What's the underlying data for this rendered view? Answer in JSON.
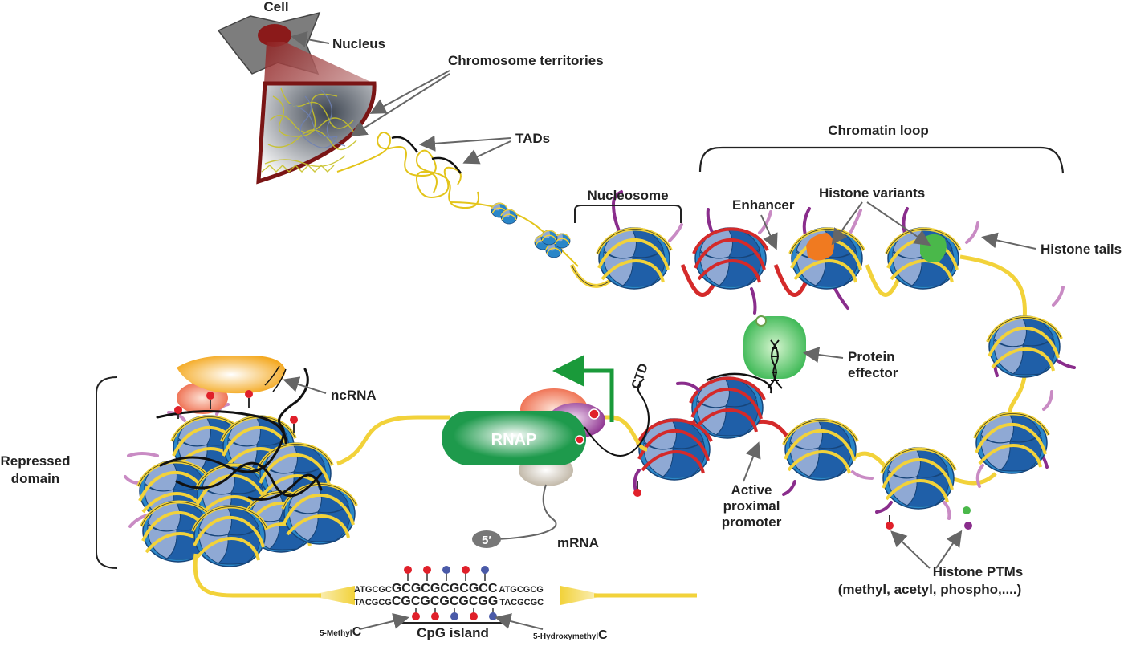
{
  "labels": {
    "cell": "Cell",
    "nucleus": "Nucleus",
    "chromosome_territories": "Chromosome territories",
    "tads": "TADs",
    "chromatin_loop": "Chromatin loop",
    "nucleosome": "Nucleosome",
    "enhancer": "Enhancer",
    "histone_variants": "Histone variants",
    "histone_tails": "Histone tails",
    "protein_effector_line1": "Protein",
    "protein_effector_line2": "effector",
    "ncrna": "ncRNA",
    "rnap": "RNAP",
    "ctd": "CTD",
    "repressed_line1": "Repressed",
    "repressed_line2": "domain",
    "active_line1": "Active",
    "active_line2": "proximal",
    "active_line3": "promoter",
    "five_prime": "5′",
    "mrna": "mRNA",
    "histone_ptms_line1": "Histone PTMs",
    "histone_ptms_line2": "(methyl, acetyl, phospho,....)",
    "cpg_island": "CpG island",
    "methyl_c_prefix": "5-Methyl",
    "methyl_c_letter": "C",
    "hydroxymethyl_c_prefix": "5-Hydroxymethyl",
    "hydroxymethyl_c_letter": "C"
  },
  "dna_sequence": {
    "top_left": "ATGCGC",
    "top_core": "GCGCGCGCGCC",
    "top_right": "ATGCGCG",
    "bottom_left": "TACGCG",
    "bottom_core": "CGCGCGCGCGG",
    "bottom_right": "TACGCGC"
  },
  "colors": {
    "histone_dark": "#1f5fa8",
    "histone_mid": "#2a86c8",
    "histone_light": "#8fa9d4",
    "dna_yellow": "#f2d23a",
    "enhancer_red": "#d42a2a",
    "tail_purple": "#8a2d8c",
    "tail_pink": "#c98bc4",
    "effector_green": "#2fb34a",
    "rnap_green": "#1e9a4c",
    "arrow_green": "#1a9a3a",
    "methyl_red": "#e0202a",
    "hydroxymethyl_blue": "#4a5aa8",
    "variant_orange": "#f07a20",
    "variant_green": "#4ab84a",
    "nucleus_red": "#8b1a1a"
  }
}
